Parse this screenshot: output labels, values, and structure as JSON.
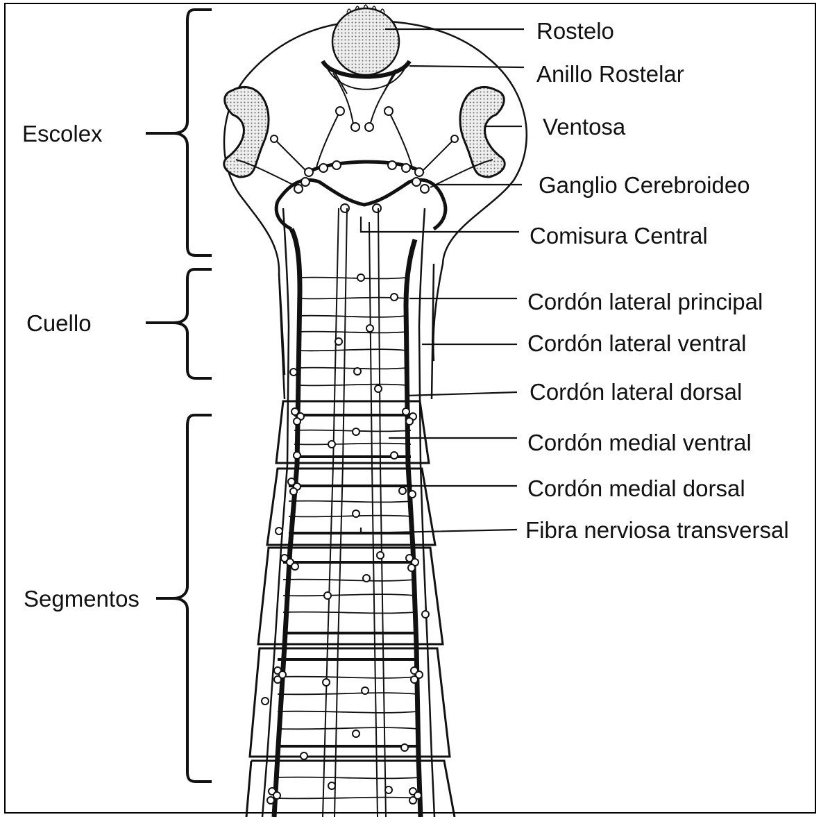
{
  "diagram": {
    "structure_labels": [
      {
        "id": "rostelo",
        "text": "Rostelo"
      },
      {
        "id": "anillo",
        "text": "Anillo Rostelar"
      },
      {
        "id": "ventosa",
        "text": "Ventosa"
      },
      {
        "id": "ganglio",
        "text": "Ganglio Cerebroideo"
      },
      {
        "id": "comisura",
        "text": "Comisura Central"
      },
      {
        "id": "clp",
        "text": "Cordón lateral principal"
      },
      {
        "id": "clv",
        "text": "Cordón lateral ventral"
      },
      {
        "id": "cld",
        "text": "Cordón lateral dorsal"
      },
      {
        "id": "cmv",
        "text": "Cordón medial ventral"
      },
      {
        "id": "cmd",
        "text": "Cordón medial dorsal"
      },
      {
        "id": "fnt",
        "text": "Fibra nerviosa transversal"
      }
    ],
    "region_labels": [
      {
        "id": "escolex",
        "text": "Escolex"
      },
      {
        "id": "cuello",
        "text": "Cuello"
      },
      {
        "id": "segmentos",
        "text": "Segmentos"
      }
    ]
  }
}
